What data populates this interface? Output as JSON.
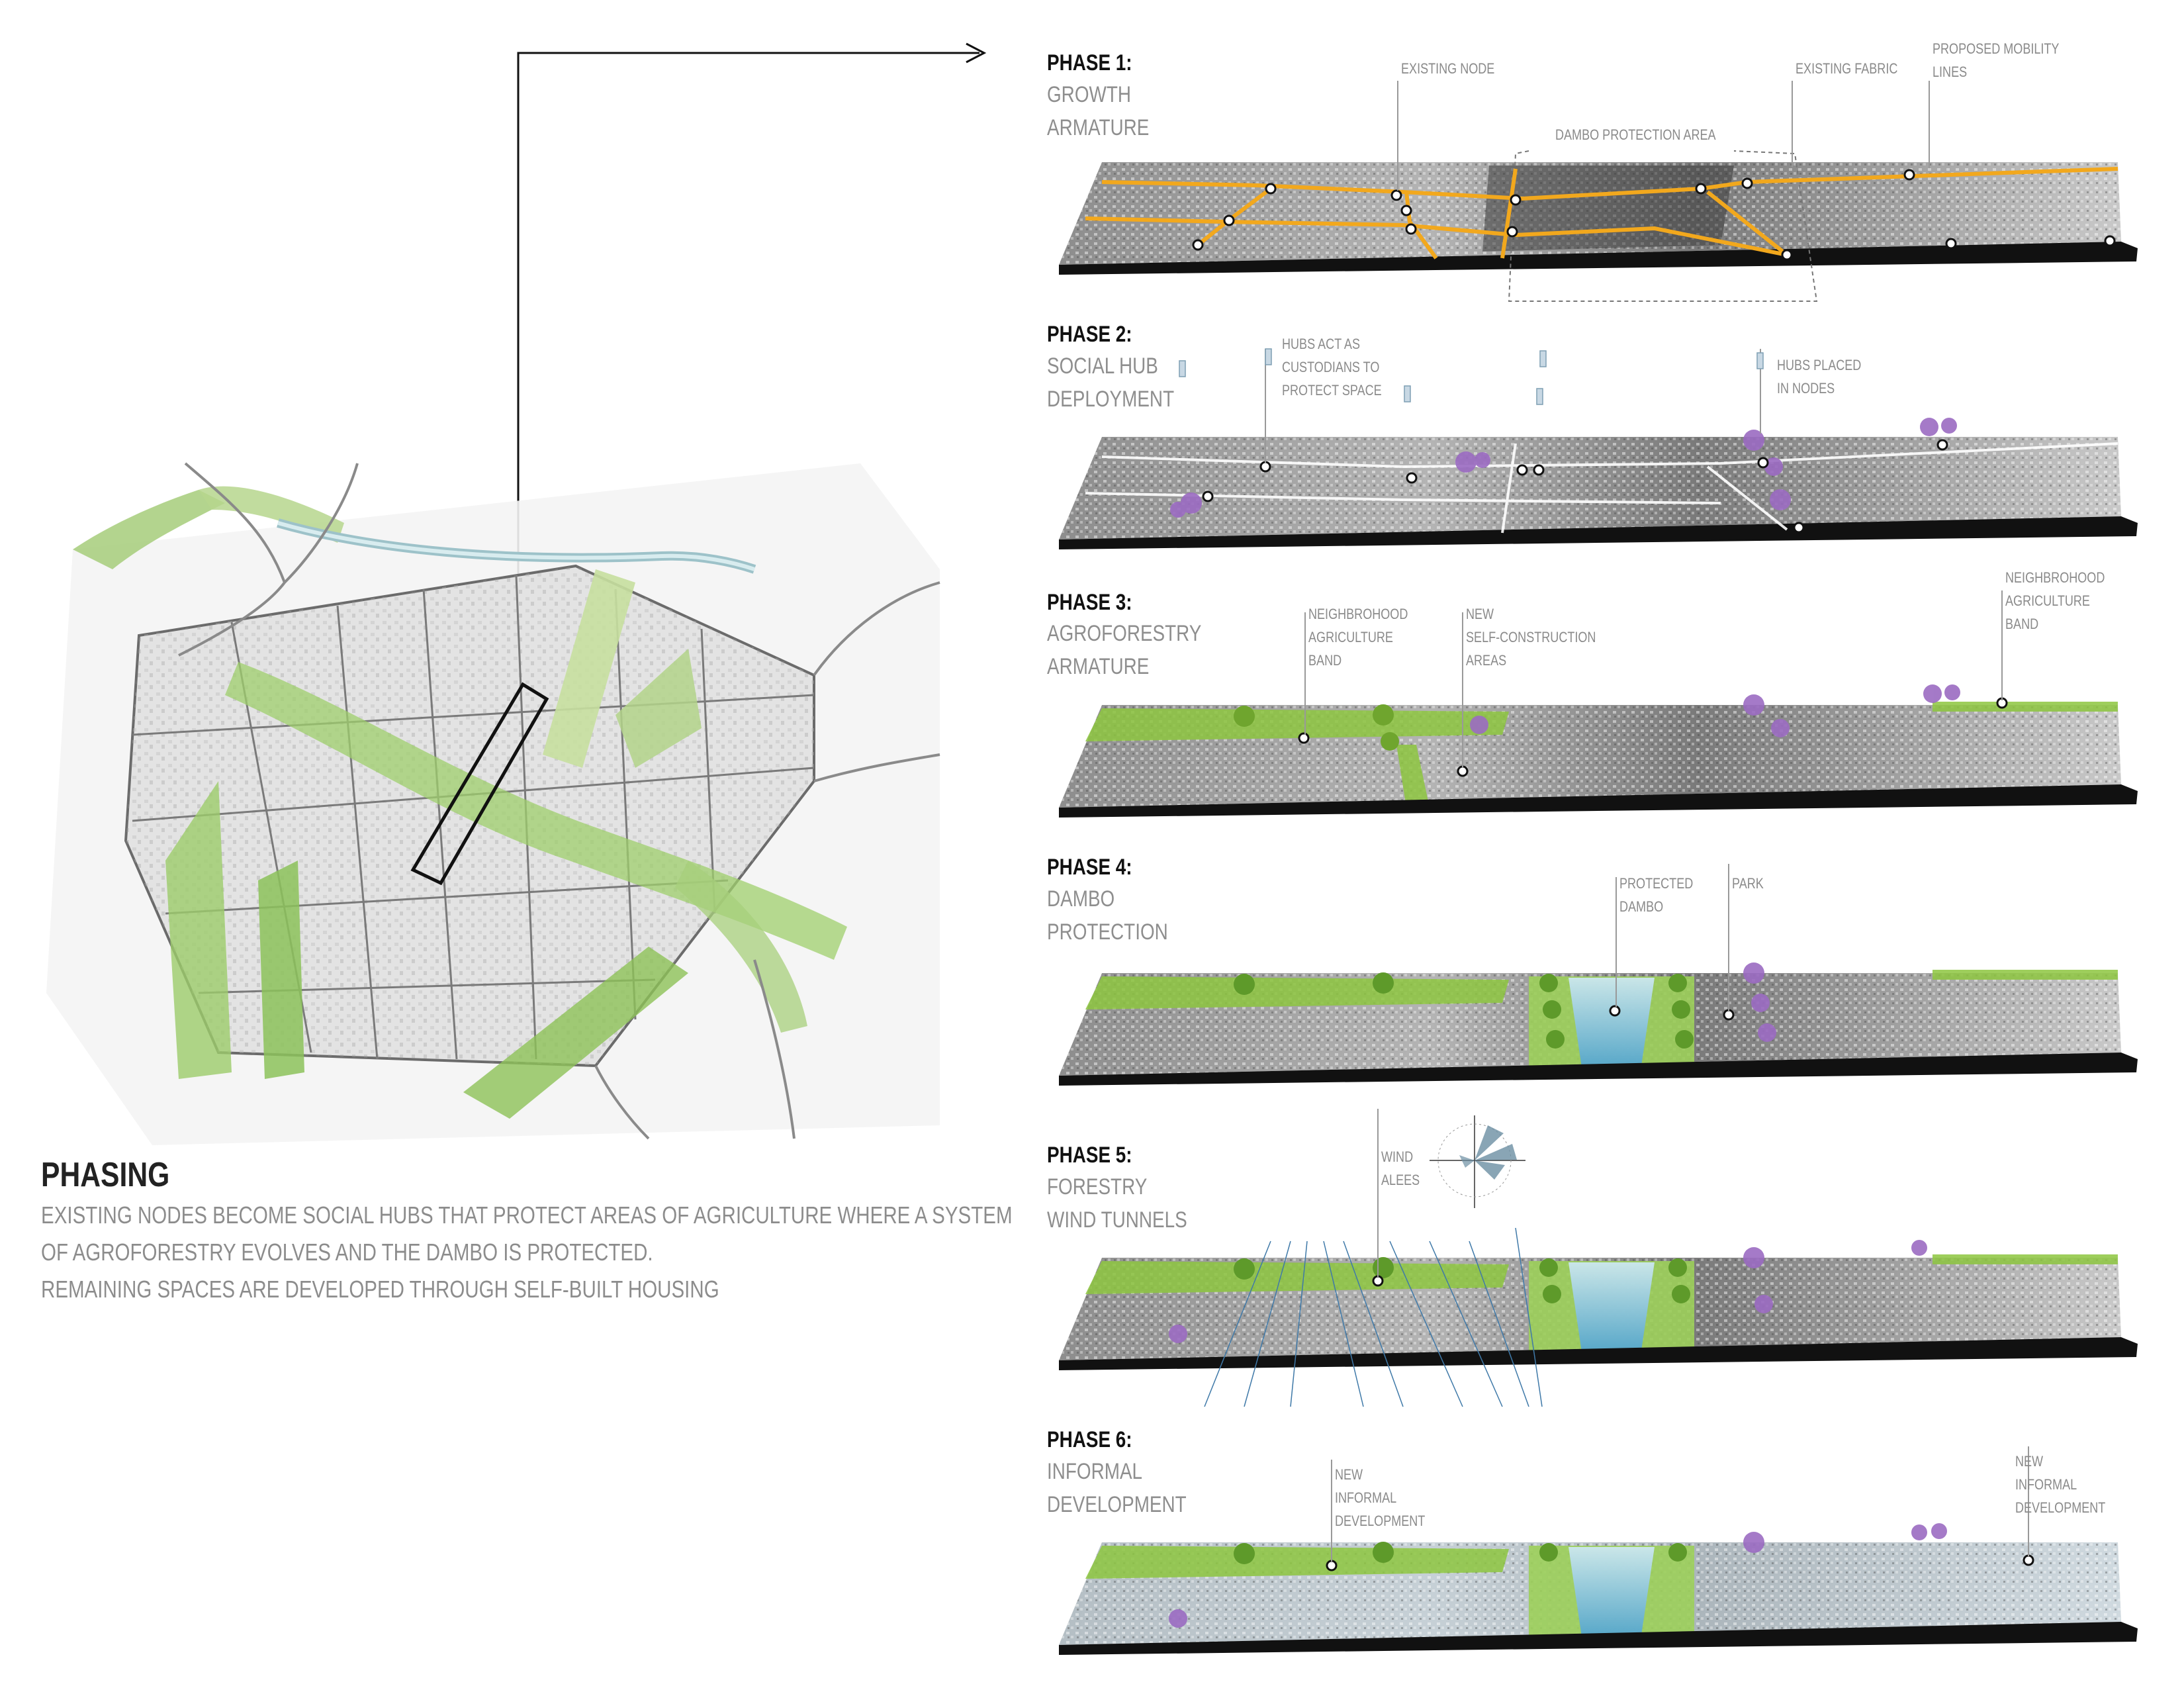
{
  "summary": {
    "title": "PHASING",
    "lines": [
      "EXISTING NODES BECOME SOCIAL HUBS THAT PROTECT AREAS OF AGRICULTURE WHERE A SYSTEM",
      "OF AGROFORESTRY EVOLVES AND THE DAMBO IS PROTECTED.",
      "REMAINING SPACES ARE DEVELOPED THROUGH SELF-BUILT HOUSING"
    ]
  },
  "phases": [
    {
      "title": "PHASE 1:",
      "subtitle": "GROWTH\nARMATURE",
      "annotations": [
        "EXISTING NODE",
        "DAMBO PROTECTION AREA",
        "EXISTING FABRIC",
        "PROPOSED MOBILITY\nLINES"
      ]
    },
    {
      "title": "PHASE 2:",
      "subtitle": "SOCIAL HUB\nDEPLOYMENT",
      "annotations": [
        "HUBS ACT AS\nCUSTODIANS TO\nPROTECT SPACE",
        "HUBS PLACED\nIN NODES"
      ]
    },
    {
      "title": "PHASE 3:",
      "subtitle": "AGROFORESTRY\nARMATURE",
      "annotations": [
        "NEIGHBROHOOD\nAGRICULTURE\nBAND",
        "NEW\nSELF-CONSTRUCTION\nAREAS",
        "NEIGHBROHOOD\nAGRICULTURE\nBAND"
      ]
    },
    {
      "title": "PHASE 4:",
      "subtitle": "DAMBO\nPROTECTION",
      "annotations": [
        "PROTECTED\nDAMBO",
        "PARK"
      ]
    },
    {
      "title": "PHASE 5:",
      "subtitle": "FORESTRY\nWIND TUNNELS",
      "annotations": [
        "WIND\nALEES"
      ]
    },
    {
      "title": "PHASE 6:",
      "subtitle": "INFORMAL\nDEVELOPMENT",
      "annotations": [
        "NEW\nINFORMAL\nDEVELOPMENT",
        "NEW\nINFORMAL\nDEVELOPMENT"
      ]
    }
  ],
  "colors": {
    "mobility": "#f2a81d",
    "vegetation": "#8dc63f",
    "purple_tree": "#9b6bc2",
    "water": "#6fb7e0",
    "node": "#ffffff",
    "slab": "#111111"
  }
}
